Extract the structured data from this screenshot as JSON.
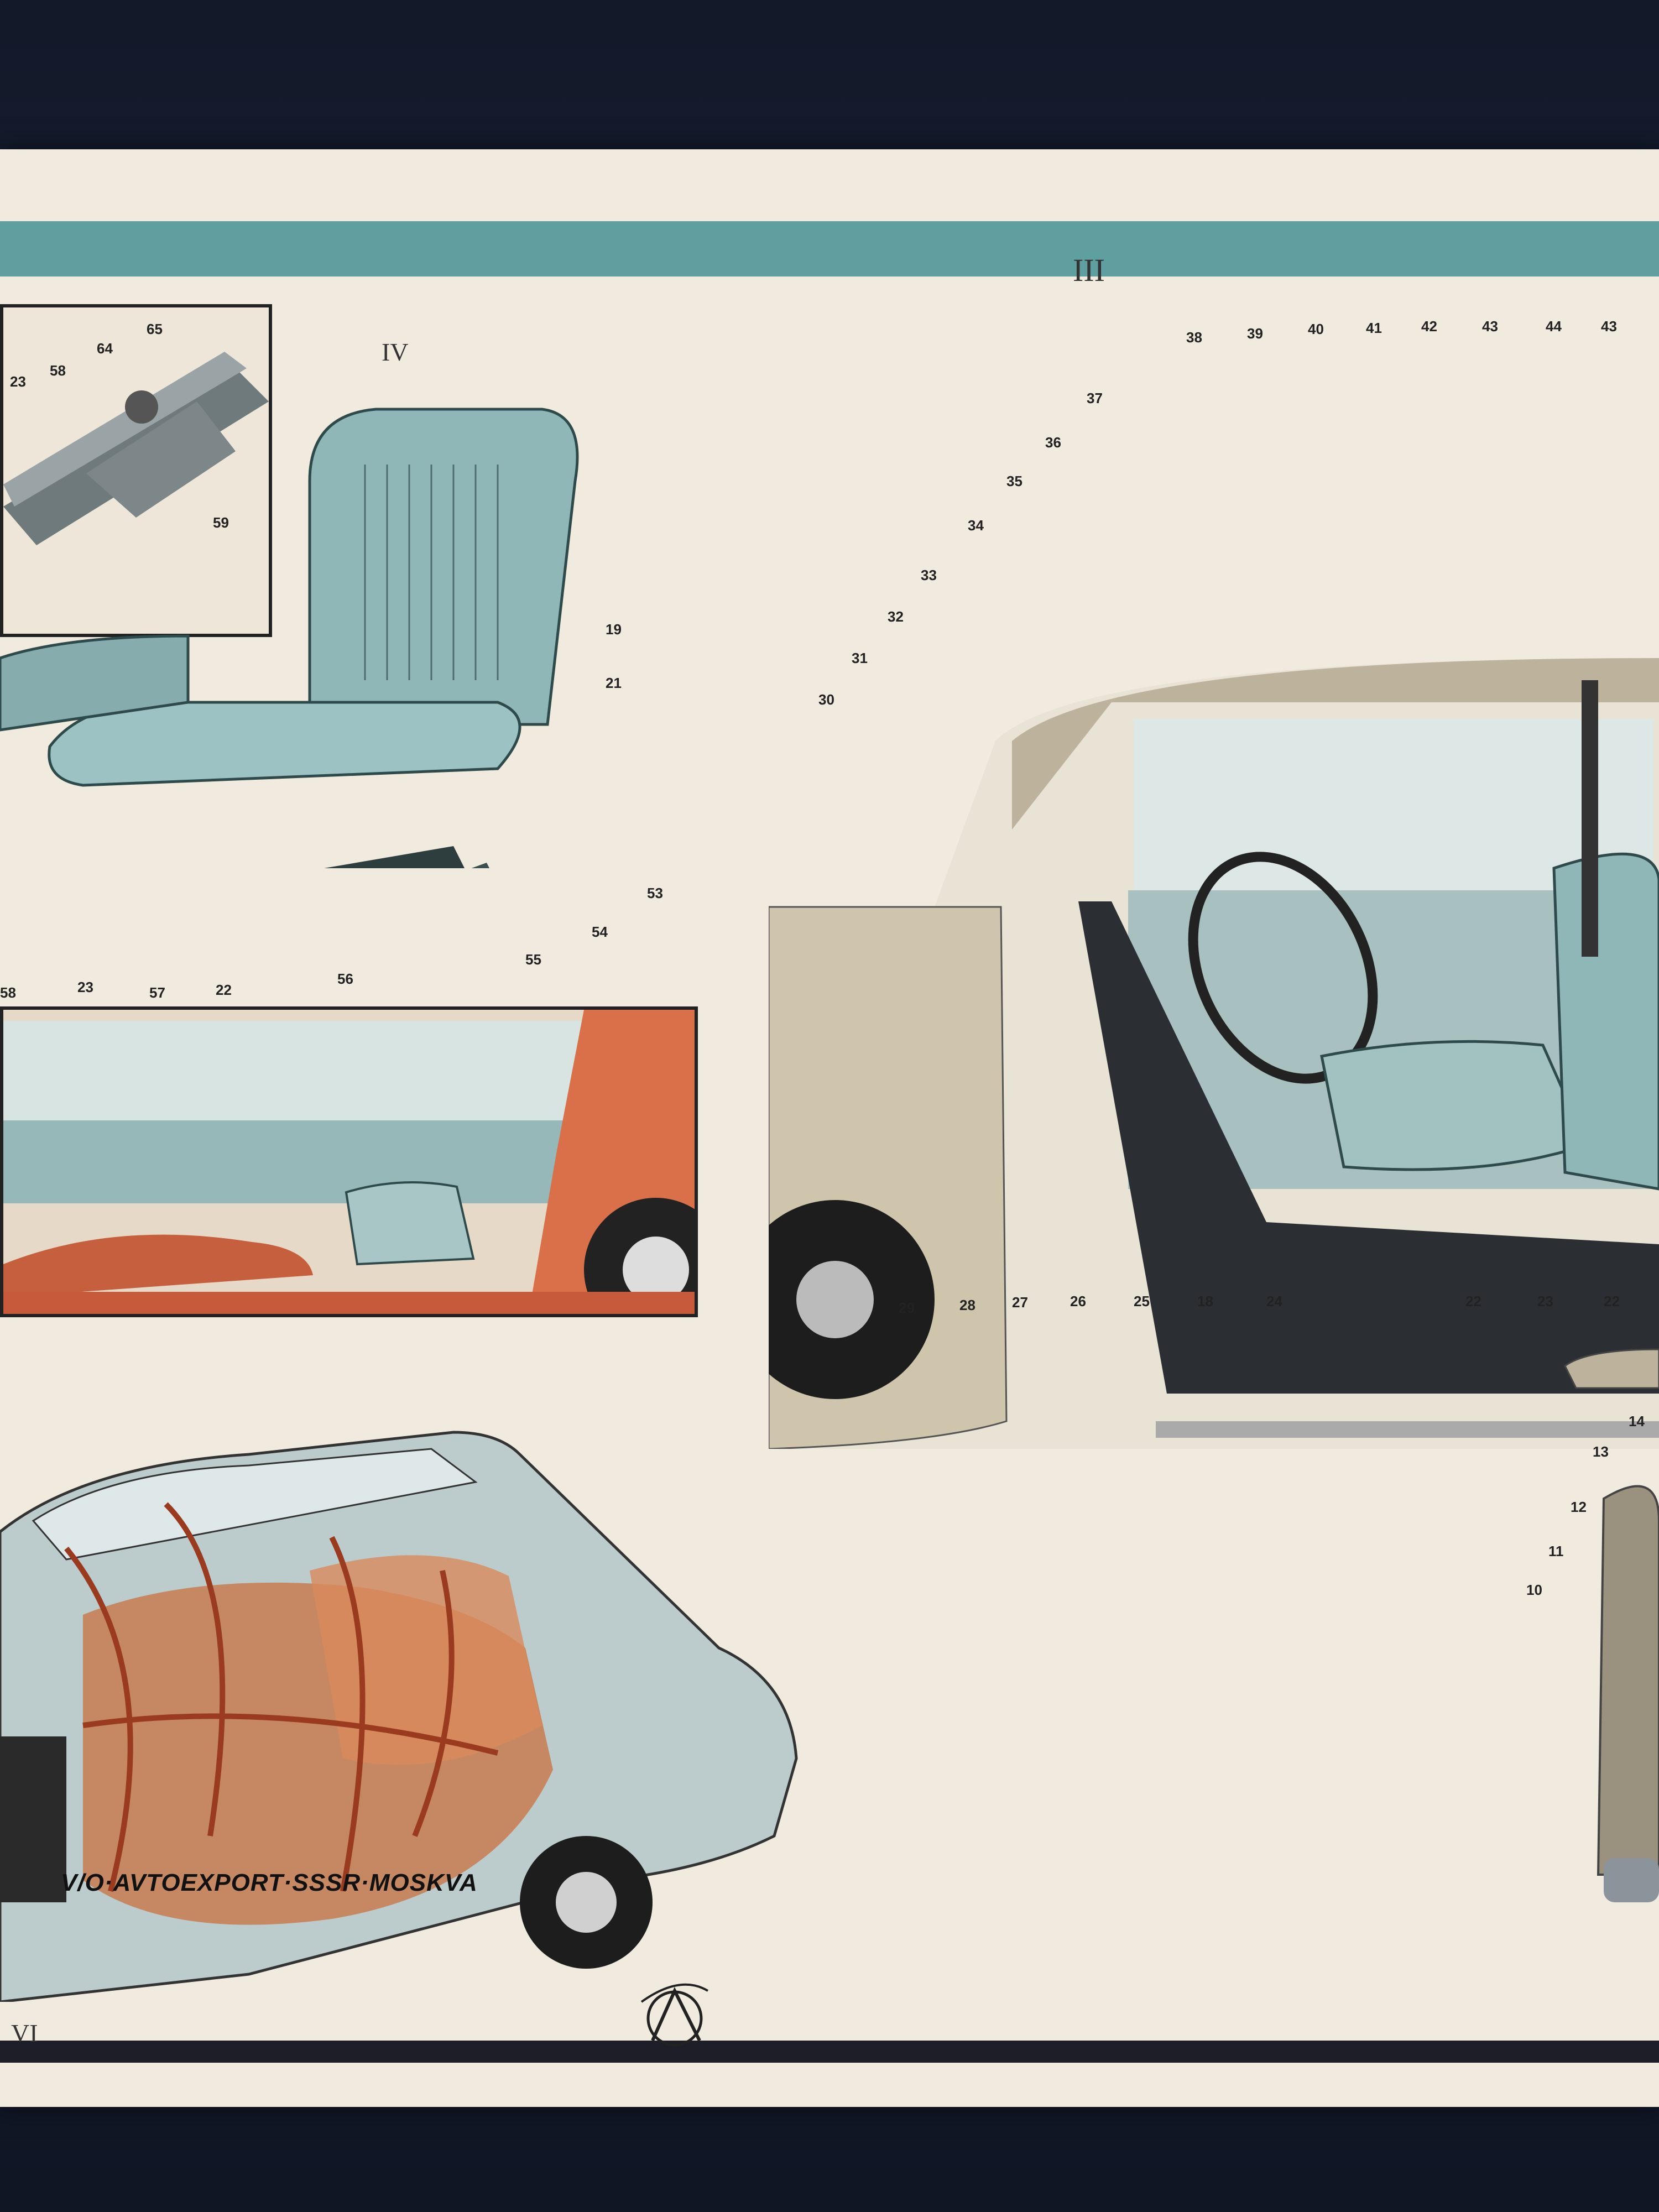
{
  "section_labels": {
    "iii": "III",
    "iv": "IV",
    "vi": "VI"
  },
  "part_numbers": {
    "inset_iv_top": [
      "23",
      "58",
      "64",
      "65",
      "59"
    ],
    "seat_iv": [
      "19",
      "21",
      "53",
      "54",
      "55",
      "56",
      "22",
      "57",
      "23",
      "58"
    ],
    "car_iii_top": [
      "38",
      "39",
      "40",
      "41",
      "42",
      "43",
      "44",
      "43",
      "37",
      "36",
      "35",
      "34",
      "33",
      "32",
      "31",
      "30"
    ],
    "car_iii_bottom": [
      "29",
      "28",
      "27",
      "26",
      "25",
      "18",
      "24",
      "22",
      "23",
      "22"
    ],
    "right_side": [
      "14",
      "13",
      "12",
      "11",
      "10"
    ]
  },
  "footer": {
    "brand": "V/O·AVTOEXPORT·SSSR·MOSKVA"
  },
  "colors": {
    "teal": "#5f9fa0",
    "paper": "#f1ebdf",
    "seat_blue": "#8fb7b8",
    "car_beige": "#cfc5ad",
    "orange": "#d9704a",
    "leather": "#c87b4f"
  }
}
